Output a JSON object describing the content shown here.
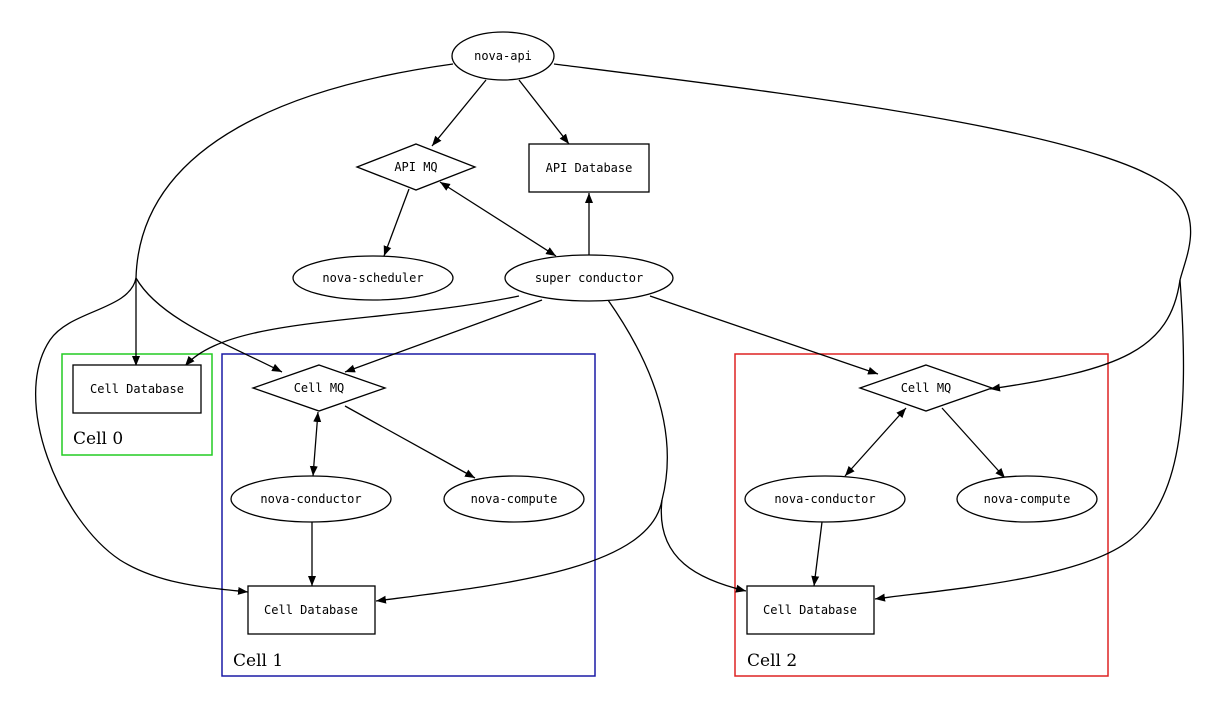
{
  "diagram": {
    "nodes": {
      "nova_api": "nova-api",
      "api_mq": "API MQ",
      "api_database": "API Database",
      "nova_scheduler": "nova-scheduler",
      "super_conductor": "super conductor",
      "cell0_database": "Cell Database",
      "cell1_mq": "Cell MQ",
      "cell1_conductor": "nova-conductor",
      "cell1_compute": "nova-compute",
      "cell1_database": "Cell Database",
      "cell2_mq": "Cell MQ",
      "cell2_conductor": "nova-conductor",
      "cell2_compute": "nova-compute",
      "cell2_database": "Cell Database"
    },
    "clusters": {
      "cell0": {
        "label": "Cell 0",
        "color": "#22cc22"
      },
      "cell1": {
        "label": "Cell 1",
        "color": "#1a1aa6"
      },
      "cell2": {
        "label": "Cell 2",
        "color": "#dd2222"
      }
    }
  }
}
